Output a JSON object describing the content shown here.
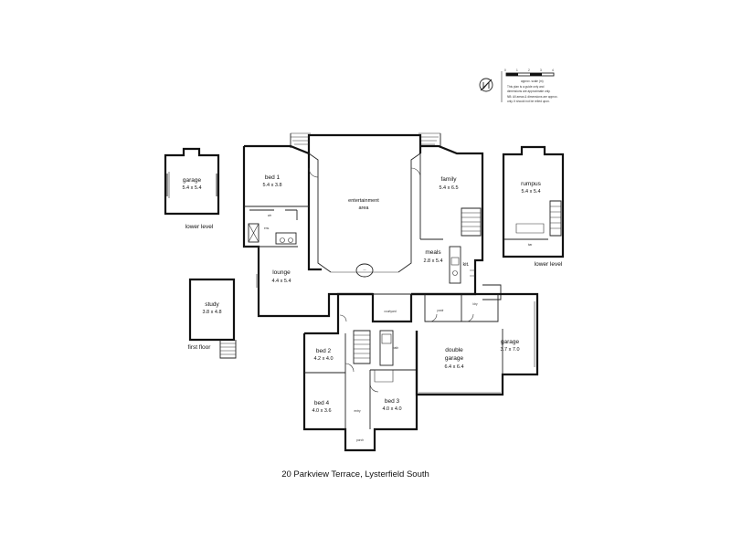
{
  "rooms": {
    "garage_lower": {
      "name": "garage",
      "dim": "5.4 x 5.4"
    },
    "bed1": {
      "name": "bed 1",
      "dim": "5.4 x 3.8"
    },
    "entertainment": {
      "name": "entertainment",
      "name2": "area"
    },
    "family": {
      "name": "family",
      "dim": "5.4 x 6.5"
    },
    "rumpus": {
      "name": "rumpus",
      "dim": "5.4 x 5.4"
    },
    "lounge": {
      "name": "lounge",
      "dim": "4.4 x 5.4"
    },
    "meals": {
      "name": "meals",
      "dim": "2.8 x 5.4"
    },
    "kit": {
      "name": "kit."
    },
    "ens": {
      "name": "ens."
    },
    "wir": {
      "name": "wir"
    },
    "bar": {
      "name": "bar"
    },
    "study": {
      "name": "study",
      "dim": "3.8 x 4.8"
    },
    "bed2": {
      "name": "bed 2",
      "dim": "4.2 x 4.0"
    },
    "bed3": {
      "name": "bed 3",
      "dim": "4.0 x 4.0"
    },
    "bed4": {
      "name": "bed 4",
      "dim": "4.0 x 3.6"
    },
    "courtyard": {
      "name": "courtyard"
    },
    "double_garage": {
      "name": "double",
      "name2": "garage",
      "dim": "6.4 x 6.4"
    },
    "garage_right": {
      "name": "garage",
      "dim": "3.7 x 7.0"
    },
    "entry": {
      "name": "entry"
    },
    "porch": {
      "name": "porch"
    },
    "bath": {
      "name": "bath"
    },
    "ldry": {
      "name": "ldry"
    },
    "pwdr": {
      "name": "pwdr"
    }
  },
  "captions": {
    "lower_level_left": "lower level",
    "lower_level_right": "lower level",
    "first_floor": "first floor"
  },
  "scale": {
    "ticks": [
      "0",
      "1",
      "2",
      "3",
      "4"
    ],
    "label": "approx. scale (m)",
    "note1": "This plan is a guide only and",
    "note2": "dimensions are approximate only.",
    "note3": "NB: All areas & dimensions are approx.",
    "note4": "only. It should not be relied upon."
  },
  "address": "20 Parkview Terrace, Lysterfield South"
}
